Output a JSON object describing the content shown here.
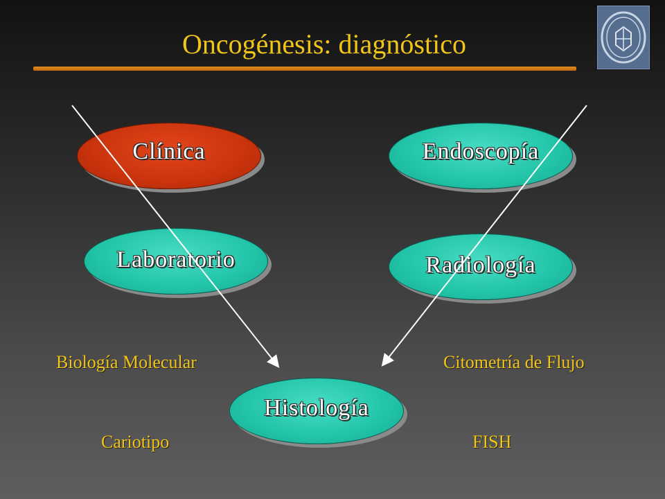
{
  "slide": {
    "title": "Oncogénesis: diagnóstico"
  },
  "ovals": {
    "clinica": "Clínica",
    "endoscopia": "Endoscopía",
    "laboratorio": "Laboratorio",
    "radiologia": "Radiología",
    "histologia": "Histología"
  },
  "side_labels": {
    "biologia_molecular": "Biología Molecular",
    "citometria": "Citometría de Flujo",
    "cariotipo": "Cariotipo",
    "fish": "FISH"
  },
  "colors": {
    "title": "#f0c418",
    "oval_green": "#24c6aa",
    "oval_red": "#c9330d",
    "rule": "#d27818",
    "arrows": "#ffffff"
  },
  "icons": {
    "logo": "university-seal-icon"
  }
}
